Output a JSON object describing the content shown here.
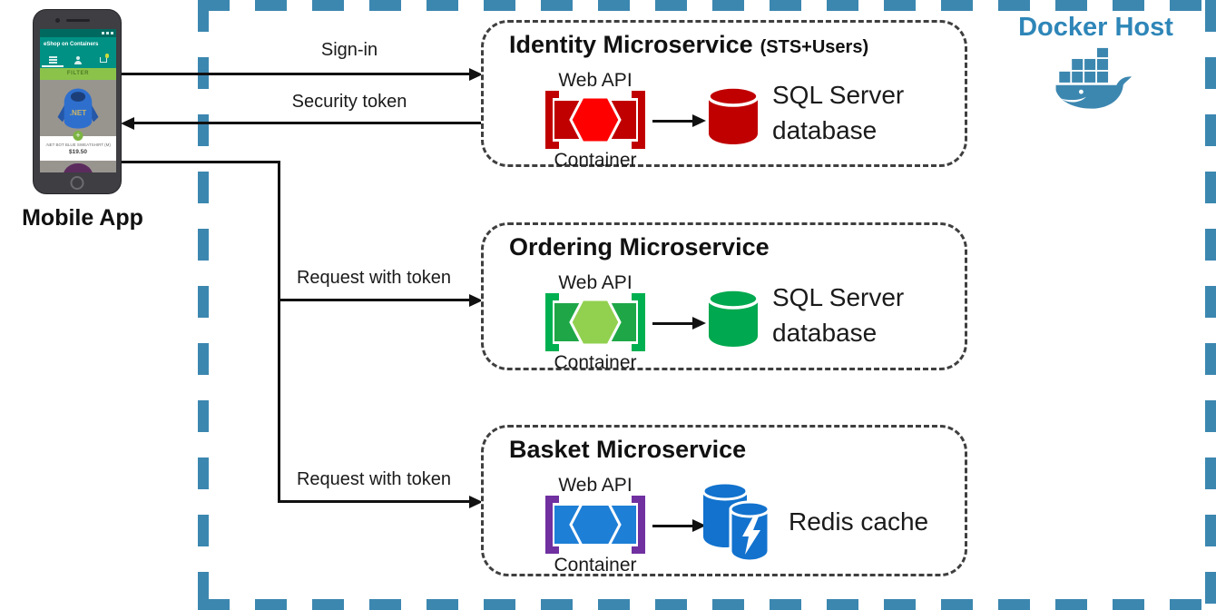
{
  "docker_host": {
    "label": "Docker Host",
    "border_color": "#3C87B0",
    "label_color": "#2E86B8"
  },
  "mobile": {
    "label": "Mobile App",
    "app": {
      "title": "eShop on Containers",
      "filter_label": "FILTER",
      "product_name": ".NET BOT BLUE SWEATSHIRT (M)",
      "product_price": "$19.50",
      "hoodie_text": ".NET",
      "plus_badge": "+"
    }
  },
  "connections": {
    "sign_in": "Sign-in",
    "security_token": "Security token",
    "request_with_token_ordering": "Request with token",
    "request_with_token_basket": "Request with token"
  },
  "services": [
    {
      "title": "Identity Microservice",
      "subtitle": "(STS+Users)",
      "api_label": "Web API",
      "container_label": "Container",
      "store_line1": "SQL Server",
      "store_line2": "database",
      "colors": {
        "rect": "#C00000",
        "bracket": "#C00000",
        "hex_fill": "#FF0000",
        "db": "#C00000"
      }
    },
    {
      "title": "Ordering Microservice",
      "subtitle": "",
      "api_label": "Web API",
      "container_label": "Container",
      "store_line1": "SQL Server",
      "store_line2": "database",
      "colors": {
        "rect": "#1FA747",
        "bracket": "#00B050",
        "hex_fill": "#92D050",
        "db": "#00A84F"
      }
    },
    {
      "title": "Basket Microservice",
      "subtitle": "",
      "api_label": "Web API",
      "container_label": "Container",
      "store_label": "Redis cache",
      "colors": {
        "rect": "#1E7FD7",
        "bracket": "#7030A0",
        "hex_fill": "none",
        "db": "#1272CE"
      }
    }
  ]
}
